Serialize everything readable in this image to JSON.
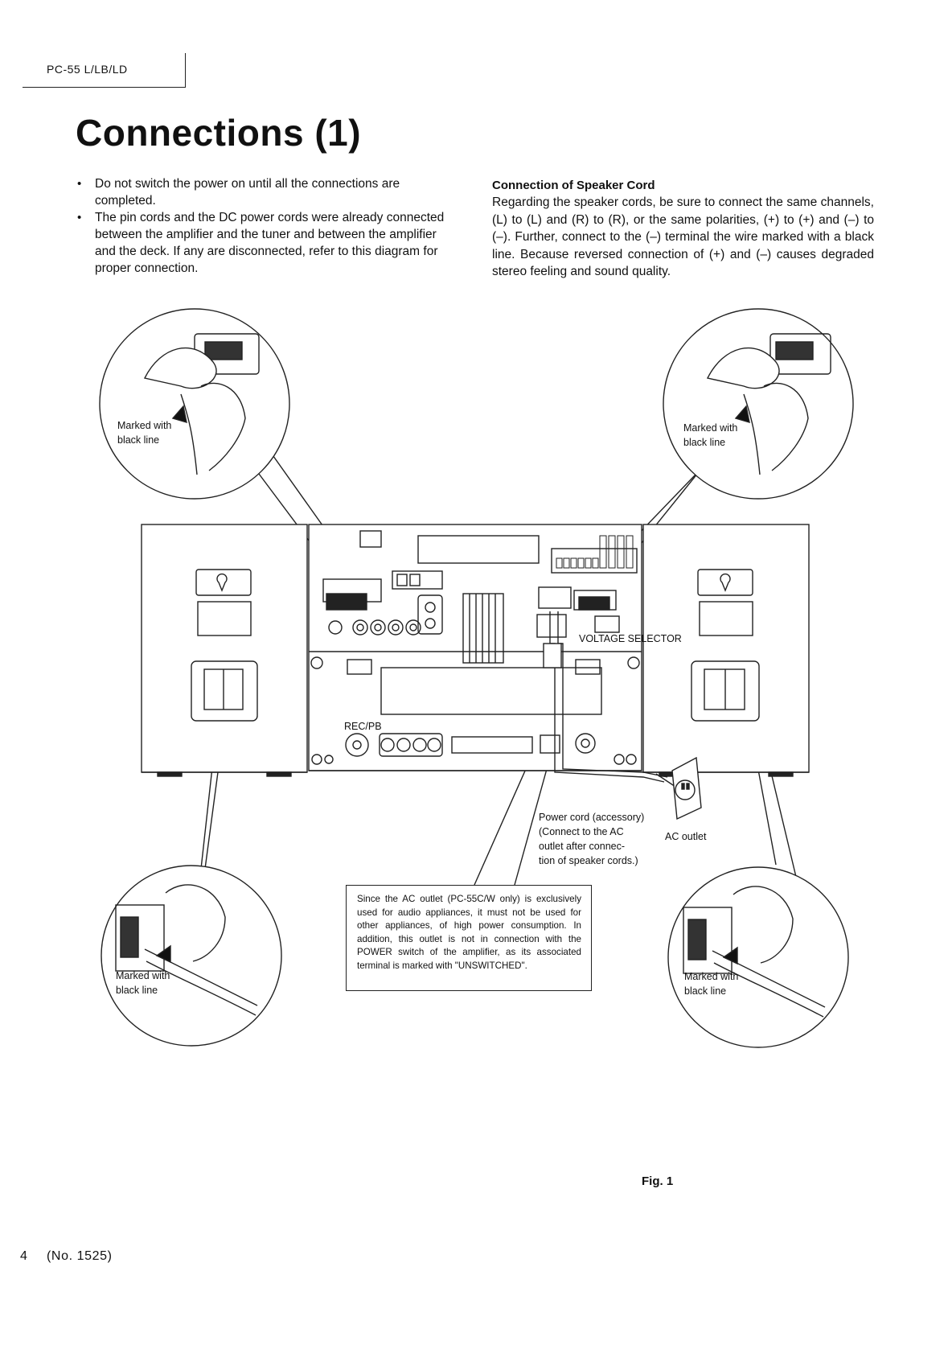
{
  "header": {
    "model": "PC-55 L/LB/LD"
  },
  "title": "Connections (1)",
  "bullets": [
    "Do not switch the power on until all the connections are completed.",
    "The pin cords and the DC power cords were already connected between the amplifier and the tuner and between the amplifier and the deck. If any are disconnected, refer to this diagram for proper connection."
  ],
  "speaker_cord": {
    "heading": "Connection of Speaker Cord",
    "body": "Regarding the speaker cords, be sure to connect the same channels, (L) to (L) and (R) to (R), or the same polarities, (+) to (+) and (–) to (–). Further, connect to the (–) terminal the wire marked with a black line. Because reversed connection of (+) and (–) causes degraded stereo feeling and sound quality."
  },
  "figure": {
    "callouts": {
      "top_left": [
        "Marked with",
        "black line"
      ],
      "top_right": [
        "Marked with",
        "black line"
      ],
      "bottom_left": [
        "Marked with",
        "black line"
      ],
      "bottom_right": [
        "Marked with",
        "black line"
      ]
    },
    "power_cord": [
      "Power cord (accessory)",
      "(Connect to the AC",
      "outlet after connec-",
      "tion of speaker cords.)"
    ],
    "ac_outlet": "AC outlet",
    "deck_label": "REC/PB",
    "voltage_label": "VOLTAGE SELECTOR",
    "warning": "Since the AC outlet (PC-55C/W only) is exclusively used for audio appliances, it must not be used for other appliances, of high power consumption. In addition, this outlet is not in connection with the POWER switch of the amplifier, as its associated terminal is marked with \"UNSWITCHED\"."
  },
  "fig_label": "Fig. 1",
  "footer": {
    "page": "4",
    "doc_number": "(No. 1525)"
  }
}
